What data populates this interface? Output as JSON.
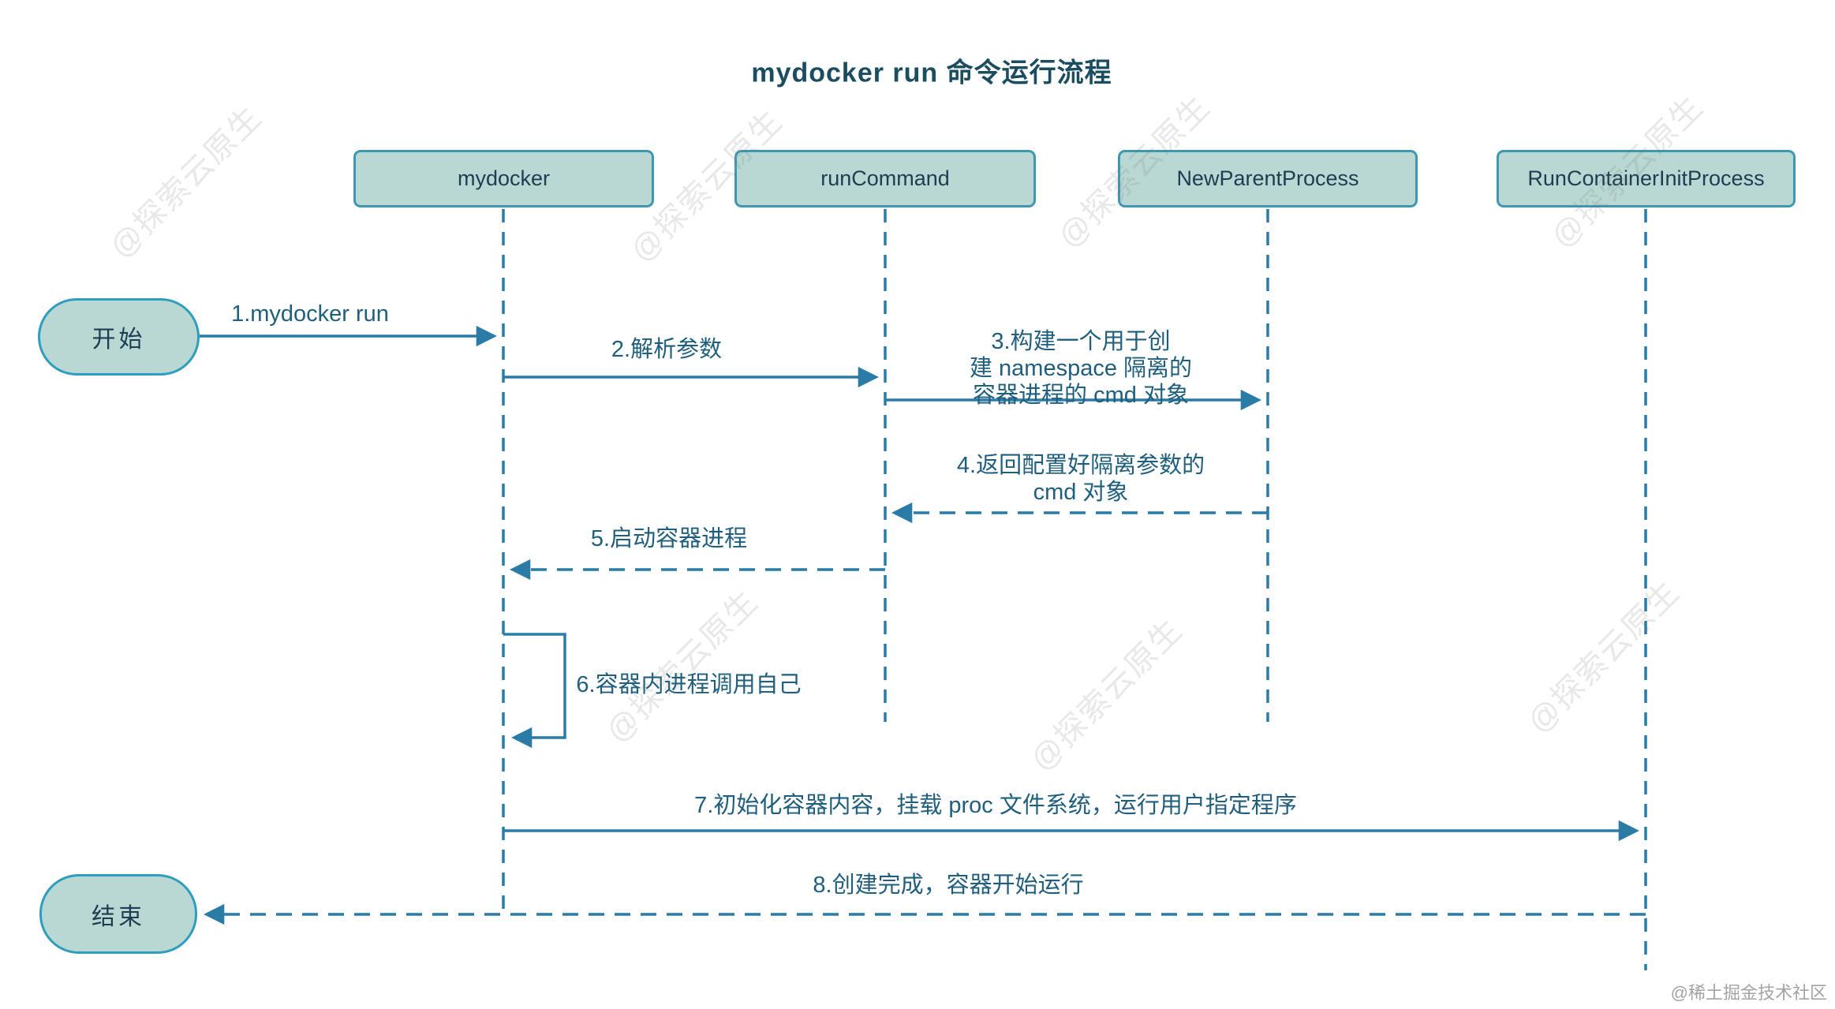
{
  "title": "mydocker run 命令运行流程",
  "participants": [
    {
      "label": "mydocker"
    },
    {
      "label": "runCommand"
    },
    {
      "label": "NewParentProcess"
    },
    {
      "label": "RunContainerInitProcess"
    }
  ],
  "nodes": {
    "start": "开始",
    "end": "结束"
  },
  "messages": {
    "m1": {
      "label": "1.mydocker run",
      "style": "solid",
      "from": "start-node",
      "to": "mydocker"
    },
    "m2": {
      "label": "2.解析参数",
      "style": "solid",
      "from": "mydocker",
      "to": "runCommand"
    },
    "m3": {
      "lines": [
        "3.构建一个用于创",
        "建 namespace 隔离的",
        "容器进程的 cmd 对象"
      ],
      "style": "solid",
      "from": "runCommand",
      "to": "NewParentProcess"
    },
    "m4": {
      "lines": [
        "4.返回配置好隔离参数的",
        "cmd 对象"
      ],
      "style": "dashed",
      "from": "NewParentProcess",
      "to": "runCommand"
    },
    "m5": {
      "label": "5.启动容器进程",
      "style": "dashed",
      "from": "runCommand",
      "to": "mydocker"
    },
    "m6": {
      "label": "6.容器内进程调用自己",
      "style": "solid-self-loop",
      "from": "mydocker",
      "to": "mydocker"
    },
    "m7": {
      "label": "7.初始化容器内容，挂载 proc 文件系统，运行用户指定程序",
      "style": "solid",
      "from": "mydocker",
      "to": "RunContainerInitProcess"
    },
    "m8": {
      "label": "8.创建完成，容器开始运行",
      "style": "dashed",
      "from": "RunContainerInitProcess",
      "to": "end-node"
    }
  },
  "watermark": {
    "text": "@探索云原生"
  },
  "credit": "@稀土掘金技术社区",
  "colors": {
    "box_fill": "#b9d8d3",
    "box_border": "#3e98b4",
    "node_border": "#2f9dbe",
    "line": "#2a7ba6",
    "title_text": "#1b4d60",
    "box_text": "#1c3d52",
    "label_text": "#1f5f7d",
    "watermark_gray": "#e9e9e9",
    "credit_gray": "#a3a3a3"
  }
}
